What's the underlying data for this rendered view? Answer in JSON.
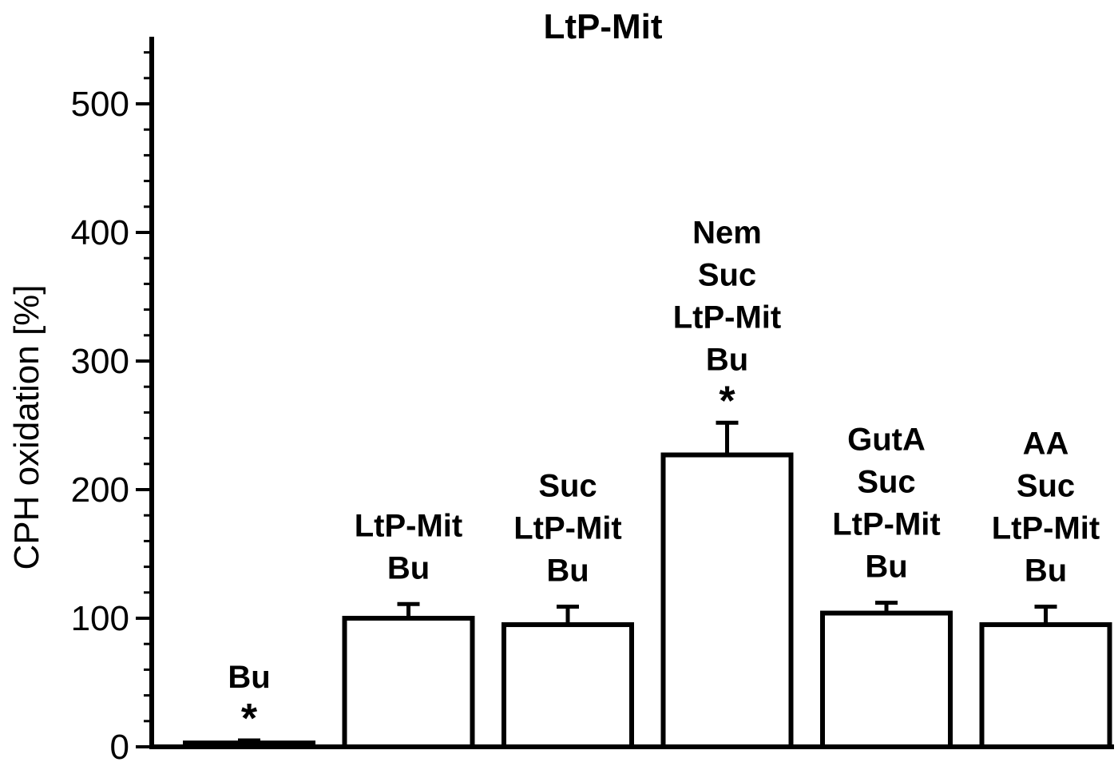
{
  "chart_data": {
    "type": "bar",
    "title": "LtP-Mit",
    "xlabel": "",
    "ylabel": "CPH oxidation [%]",
    "ylim": [
      0,
      550
    ],
    "yticks": [
      "0",
      "100",
      "200",
      "300",
      "400",
      "500"
    ],
    "grid": false,
    "categories": [
      [
        "Bu"
      ],
      [
        "LtP-Mit",
        "Bu"
      ],
      [
        "Suc",
        "LtP-Mit",
        "Bu"
      ],
      [
        "Nem",
        "Suc",
        "LtP-Mit",
        "Bu"
      ],
      [
        "GutA",
        "Suc",
        "LtP-Mit",
        "Bu"
      ],
      [
        "AA",
        "Suc",
        "LtP-Mit",
        "Bu"
      ]
    ],
    "values": [
      3,
      100,
      95,
      227,
      104,
      95
    ],
    "errors": [
      2,
      11,
      14,
      25,
      8,
      14
    ],
    "significance": [
      "*",
      "",
      "",
      "*",
      "",
      ""
    ],
    "bar_color": "#ffffff",
    "edge_color": "#000000"
  }
}
